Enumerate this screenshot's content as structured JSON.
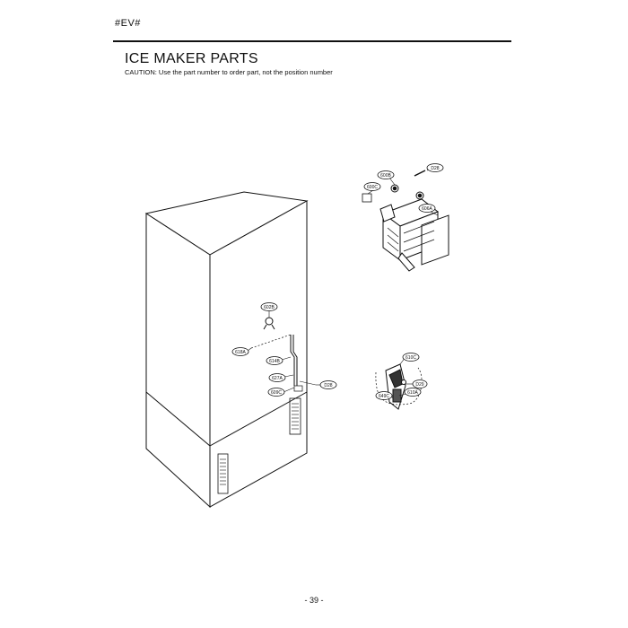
{
  "header": {
    "code": "#EV#"
  },
  "section": {
    "title": "ICE MAKER PARTS",
    "caution": "CAUTION: Use the part number to order part, not the position number"
  },
  "callouts": {
    "c1": "D28",
    "c2": "600B",
    "c3": "600C",
    "c4": "606A",
    "c5": "602B",
    "c6": "618A",
    "c7": "614B",
    "c8": "627A",
    "c9": "D28",
    "c10": "609C",
    "c11": "610C",
    "c12": "D29",
    "c13": "610A",
    "c14": "649C"
  },
  "footer": {
    "page_number": "- 39 -"
  }
}
